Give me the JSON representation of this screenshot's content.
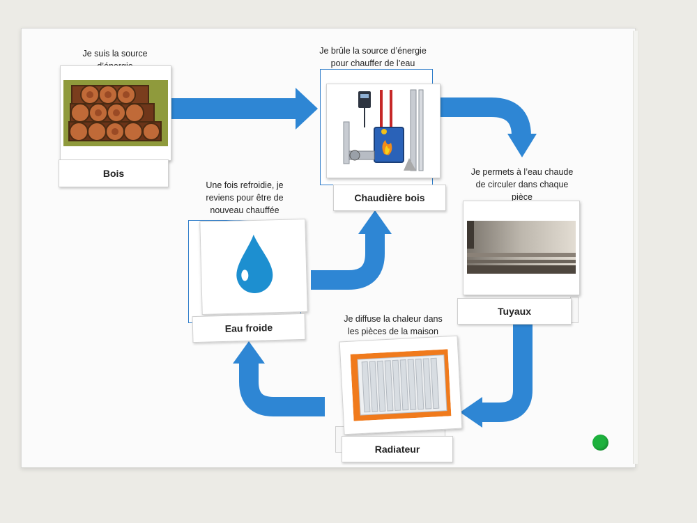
{
  "captions": {
    "wood": [
      "Je suis la source",
      "d’énergie"
    ],
    "boiler": [
      "Je brûle la source d’énergie",
      "pour chauffer de l’eau"
    ],
    "pipes": [
      "Je permets à l’eau chaude",
      "de circuler dans chaque",
      "pièce"
    ],
    "radiator": [
      "Je diffuse la chaleur dans",
      "les pièces de la maison"
    ],
    "water": [
      "Une fois refroidie, je",
      "reviens pour être de",
      "nouveau chauffée"
    ]
  },
  "labels": {
    "wood": "Bois",
    "boiler": "Chaudière bois",
    "pipes": "Tuyaux",
    "radiator": "Radiateur",
    "water": "Eau froide"
  },
  "colors": {
    "arrow": "#2e86d4",
    "water_drop": "#1d8fd0",
    "radiator_frame": "#f07a1c",
    "status_dot": "#1db13d"
  },
  "icons": [
    "logs-picture",
    "wood-boiler-picture",
    "pipes-photo",
    "radiator-picture",
    "water-drop-icon"
  ]
}
